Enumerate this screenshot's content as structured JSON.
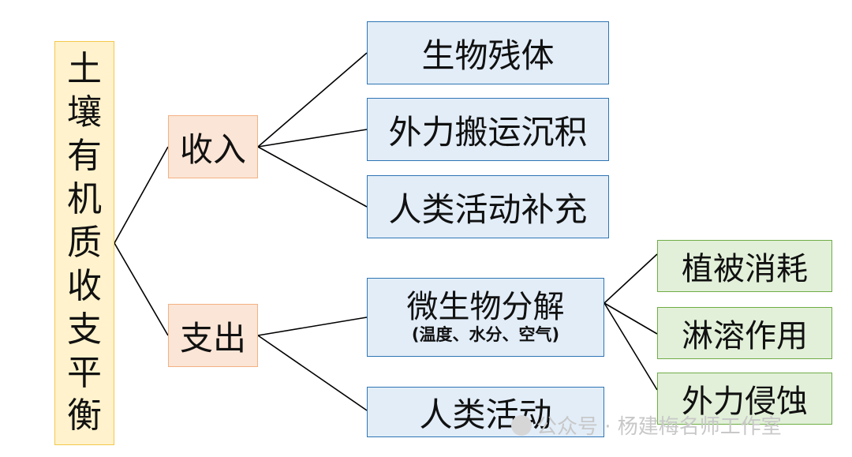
{
  "root": {
    "chars": [
      "土",
      "壤",
      "有",
      "机",
      "质",
      "收",
      "支",
      "平",
      "衡"
    ]
  },
  "income": {
    "label": "收入",
    "items": [
      "生物残体",
      "外力搬运沉积",
      "人类活动补充"
    ]
  },
  "expense": {
    "label": "支出",
    "decomposition": {
      "label": "微生物分解",
      "note": "(温度、水分、空气)",
      "items": [
        "植被消耗",
        "淋溶作用",
        "外力侵蚀"
      ]
    },
    "human": "人类活动"
  },
  "watermark": "公众号 · 杨建梅名师工作室",
  "colors": {
    "root_fill": "#fff2cc",
    "root_border": "#f2c94c",
    "mid_fill": "#fbe5d6",
    "mid_border": "#f4b183",
    "leaf_fill": "#e2edf8",
    "leaf_border": "#2f75b5",
    "green_fill": "#e2f0d9",
    "green_border": "#70ad47"
  }
}
